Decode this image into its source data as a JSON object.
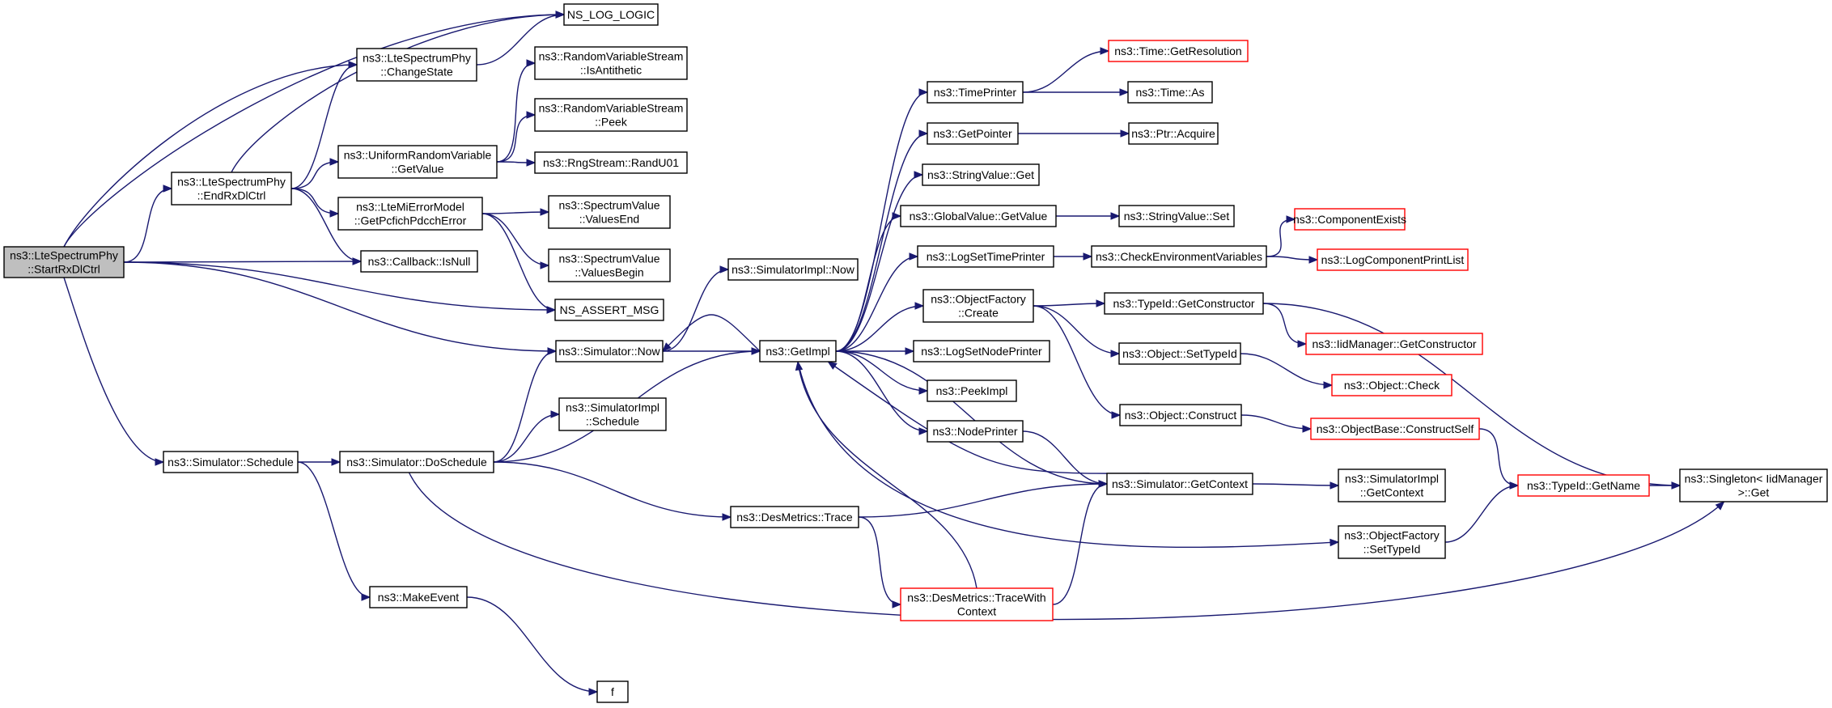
{
  "colors": {
    "background": "#ffffff",
    "edge": "#191970",
    "node_border": "#000000",
    "node_border_incomplete": "#ff0000",
    "root_fill": "#bfbfbf"
  },
  "nodes": [
    {
      "id": "start",
      "lines": [
        "ns3::LteSpectrumPhy",
        "::StartRxDlCtrl"
      ],
      "root": true
    },
    {
      "id": "nslog",
      "lines": [
        "NS_LOG_LOGIC"
      ]
    },
    {
      "id": "changestate",
      "lines": [
        "ns3::LteSpectrumPhy",
        "::ChangeState"
      ]
    },
    {
      "id": "isanti",
      "lines": [
        "ns3::RandomVariableStream",
        "::IsAntithetic"
      ]
    },
    {
      "id": "rvspeek",
      "lines": [
        "ns3::RandomVariableStream",
        "::Peek"
      ]
    },
    {
      "id": "urvget",
      "lines": [
        "ns3::UniformRandomVariable",
        "::GetValue"
      ]
    },
    {
      "id": "randu01",
      "lines": [
        "ns3::RngStream::RandU01"
      ]
    },
    {
      "id": "endrx",
      "lines": [
        "ns3::LteSpectrumPhy",
        "::EndRxDlCtrl"
      ]
    },
    {
      "id": "lmierr",
      "lines": [
        "ns3::LteMiErrorModel",
        "::GetPcfichPdcchError"
      ]
    },
    {
      "id": "svend",
      "lines": [
        "ns3::SpectrumValue",
        "::ValuesEnd"
      ]
    },
    {
      "id": "svbegin",
      "lines": [
        "ns3::SpectrumValue",
        "::ValuesBegin"
      ]
    },
    {
      "id": "cbnull",
      "lines": [
        "ns3::Callback::IsNull"
      ]
    },
    {
      "id": "nsassert",
      "lines": [
        "NS_ASSERT_MSG"
      ]
    },
    {
      "id": "simimplnow",
      "lines": [
        "ns3::SimulatorImpl::Now"
      ]
    },
    {
      "id": "simnow",
      "lines": [
        "ns3::Simulator::Now"
      ]
    },
    {
      "id": "getimpl",
      "lines": [
        "ns3::GetImpl"
      ]
    },
    {
      "id": "simimplsched",
      "lines": [
        "ns3::SimulatorImpl",
        "::Schedule"
      ]
    },
    {
      "id": "schedule",
      "lines": [
        "ns3::Simulator::Schedule"
      ]
    },
    {
      "id": "dosched",
      "lines": [
        "ns3::Simulator::DoSchedule"
      ]
    },
    {
      "id": "destrace",
      "lines": [
        "ns3::DesMetrics::Trace"
      ]
    },
    {
      "id": "makeevent",
      "lines": [
        "ns3::MakeEvent"
      ]
    },
    {
      "id": "f",
      "lines": [
        "f"
      ]
    },
    {
      "id": "destracewith",
      "lines": [
        "ns3::DesMetrics::TraceWith",
        "Context"
      ],
      "red": true
    },
    {
      "id": "timeprinter",
      "lines": [
        "ns3::TimePrinter"
      ]
    },
    {
      "id": "timegetres",
      "lines": [
        "ns3::Time::GetResolution"
      ],
      "red": true
    },
    {
      "id": "timeas",
      "lines": [
        "ns3::Time::As"
      ]
    },
    {
      "id": "getpointer",
      "lines": [
        "ns3::GetPointer"
      ]
    },
    {
      "id": "ptracquire",
      "lines": [
        "ns3::Ptr::Acquire"
      ]
    },
    {
      "id": "strvalget",
      "lines": [
        "ns3::StringValue::Get"
      ]
    },
    {
      "id": "globalget",
      "lines": [
        "ns3::GlobalValue::GetValue"
      ]
    },
    {
      "id": "strvalset",
      "lines": [
        "ns3::StringValue::Set"
      ]
    },
    {
      "id": "logsettime",
      "lines": [
        "ns3::LogSetTimePrinter"
      ]
    },
    {
      "id": "checkenv",
      "lines": [
        "ns3::CheckEnvironmentVariables"
      ]
    },
    {
      "id": "compexists",
      "lines": [
        "ns3::ComponentExists"
      ],
      "red": true
    },
    {
      "id": "logcomplist",
      "lines": [
        "ns3::LogComponentPrintList"
      ],
      "red": true
    },
    {
      "id": "objfactcreate",
      "lines": [
        "ns3::ObjectFactory",
        "::Create"
      ]
    },
    {
      "id": "typeidgetctor",
      "lines": [
        "ns3::TypeId::GetConstructor"
      ]
    },
    {
      "id": "iidgetctor",
      "lines": [
        "ns3::IidManager::GetConstructor"
      ],
      "red": true
    },
    {
      "id": "logsetnode",
      "lines": [
        "ns3::LogSetNodePrinter"
      ]
    },
    {
      "id": "objsettype",
      "lines": [
        "ns3::Object::SetTypeId"
      ]
    },
    {
      "id": "objcheck",
      "lines": [
        "ns3::Object::Check"
      ],
      "red": true
    },
    {
      "id": "peekimpl",
      "lines": [
        "ns3::PeekImpl"
      ]
    },
    {
      "id": "objconstruct",
      "lines": [
        "ns3::Object::Construct"
      ]
    },
    {
      "id": "constructself",
      "lines": [
        "ns3::ObjectBase::ConstructSelf"
      ],
      "red": true
    },
    {
      "id": "nodeprinter",
      "lines": [
        "ns3::NodePrinter"
      ]
    },
    {
      "id": "typeidgetname",
      "lines": [
        "ns3::TypeId::GetName"
      ],
      "red": true
    },
    {
      "id": "singleton",
      "lines": [
        "ns3::Singleton< IidManager",
        ">::Get"
      ]
    },
    {
      "id": "simgetctx",
      "lines": [
        "ns3::Simulator::GetContext"
      ]
    },
    {
      "id": "simimplgetctx",
      "lines": [
        "ns3::SimulatorImpl",
        "::GetContext"
      ]
    },
    {
      "id": "objfactsettype",
      "lines": [
        "ns3::ObjectFactory",
        "::SetTypeId"
      ]
    }
  ]
}
